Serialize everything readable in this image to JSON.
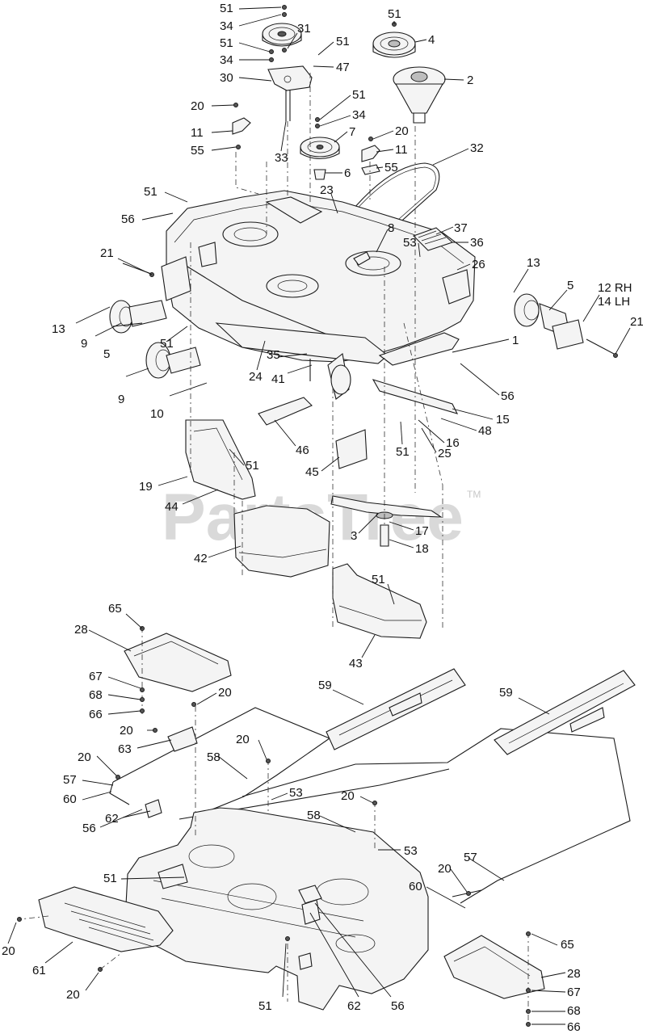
{
  "watermark": {
    "text": "PartsTree",
    "trademark": "TM"
  },
  "callouts": {
    "c_51a": "51",
    "c_34a": "34",
    "c_51b": "51",
    "c_34b": "34",
    "c_30": "30",
    "c_31": "31",
    "c_51c": "51",
    "c_47": "47",
    "c_51d": "51",
    "c_4": "4",
    "c_2": "2",
    "c_20a": "20",
    "c_11a": "11",
    "c_55a": "55",
    "c_33": "33",
    "c_51e": "51",
    "c_34c": "34",
    "c_7": "7",
    "c_6": "6",
    "c_20b": "20",
    "c_11b": "11",
    "c_55b": "55",
    "c_32": "32",
    "c_51f": "51",
    "c_56a": "56",
    "c_23": "23",
    "c_8": "8",
    "c_37": "37",
    "c_53a": "53",
    "c_36": "36",
    "c_26": "26",
    "c_21a": "21",
    "c_13a": "13",
    "c_5a": "5",
    "c_12rh": "12 RH",
    "c_14lh": "14 LH",
    "c_21b": "21",
    "c_13b": "13",
    "c_9a": "9",
    "c_5b": "5",
    "c_51g": "51",
    "c_1": "1",
    "c_35": "35",
    "c_24": "24",
    "c_41": "41",
    "c_56b": "56",
    "c_9b": "9",
    "c_10": "10",
    "c_15": "15",
    "c_48": "48",
    "c_46": "46",
    "c_16": "16",
    "c_51h": "51",
    "c_25": "25",
    "c_51i": "51",
    "c_45": "45",
    "c_19": "19",
    "c_44": "44",
    "c_3": "3",
    "c_17": "17",
    "c_42": "42",
    "c_18": "18",
    "c_51j": "51",
    "c_43": "43",
    "c_65a": "65",
    "c_28a": "28",
    "c_67a": "67",
    "c_68a": "68",
    "c_66a": "66",
    "c_20c": "20",
    "c_59a": "59",
    "c_59b": "59",
    "c_20d": "20",
    "c_63": "63",
    "c_20e": "20",
    "c_58a": "58",
    "c_20f": "20",
    "c_57a": "57",
    "c_60a": "60",
    "c_53b": "53",
    "c_20g": "20",
    "c_56c": "56",
    "c_62a": "62",
    "c_58b": "58",
    "c_53c": "53",
    "c_57b": "57",
    "c_51k": "51",
    "c_20h": "20",
    "c_60b": "60",
    "c_20i": "20",
    "c_61": "61",
    "c_20j": "20",
    "c_65b": "65",
    "c_28b": "28",
    "c_51l": "51",
    "c_62b": "62",
    "c_56d": "56",
    "c_67b": "67",
    "c_68b": "68",
    "c_66b": "66"
  },
  "colors": {
    "line": "#1a1a1a",
    "watermark": "#d3d3d3",
    "background": "#ffffff"
  }
}
